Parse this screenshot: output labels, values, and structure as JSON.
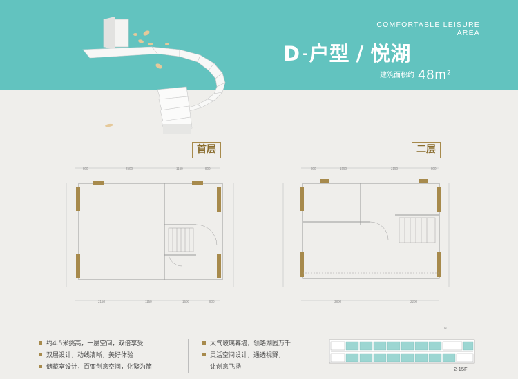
{
  "header": {
    "en_line1": "COMFORTABLE LEISURE",
    "en_line2": "AREA",
    "type_letter": "D",
    "dash": "-",
    "type_name": "户型 / 悦湖",
    "area_label": "建筑面积约",
    "area_value": "48m",
    "area_sup": "2"
  },
  "floors": {
    "first_label": "首层",
    "second_label": "二层"
  },
  "dims": {
    "first_top": [
      "800",
      "2500",
      "1150",
      "800"
    ],
    "first_bottom": [
      "2150",
      "1150",
      "1600",
      "800"
    ],
    "second_top": [
      "800",
      "1550",
      "2150",
      "800"
    ],
    "second_bottom": [
      "3800",
      "2200"
    ]
  },
  "features": {
    "col1": [
      "约4.5米挑高，一层空间，双倍享受",
      "双层设计，动线清晰，美好体验",
      "储藏室设计，百变创意空间，化繁为简"
    ],
    "col2": [
      "大气玻璃幕墙，领略湖园万千",
      "灵活空间设计，通透视野，",
      "让创意飞扬"
    ]
  },
  "keyplan": {
    "floor_tag": "2-15F",
    "compass": "N"
  },
  "colors": {
    "teal": "#62c3bf",
    "gold": "#a78a4c",
    "bg": "#efeeeb"
  }
}
